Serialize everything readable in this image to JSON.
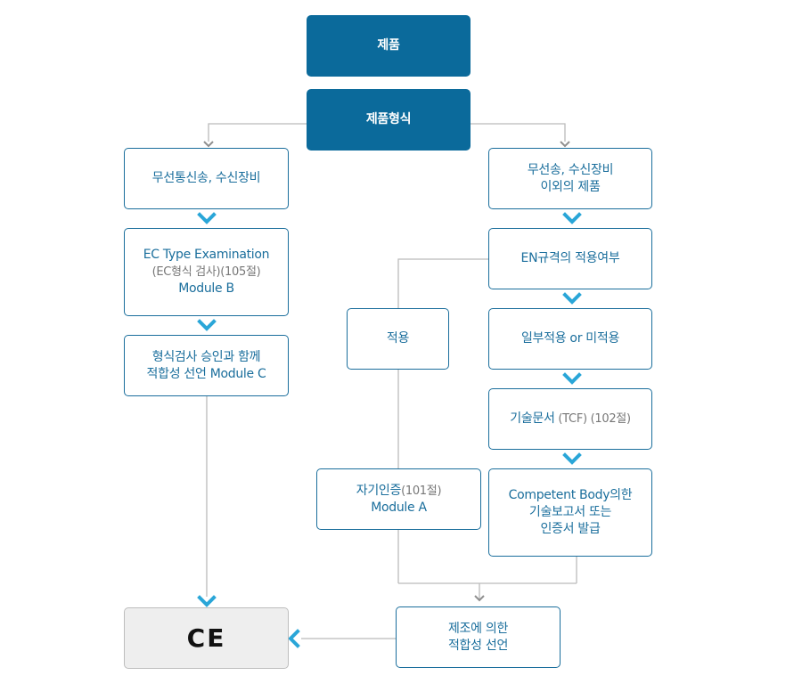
{
  "nodes": {
    "product": "제품",
    "product_type": "제품형식",
    "wireless": "무선통신송, 수신장비",
    "non_wireless_1": "무선송, 수신장비",
    "non_wireless_2": "이외의 제품",
    "ec_type_1": "EC Type Examination",
    "ec_type_2": "(EC형식 검사)(105절)",
    "ec_type_3": "Module B",
    "type_approval_1": "형식검사 승인과 함께",
    "type_approval_2": "적합성 선언 Module C",
    "en_standard": "EN규격의 적용여부",
    "applied": "적용",
    "partial_1": "일부적용 or 미적용",
    "tech_doc_main": "기술문서",
    "tech_doc_sub": " (TCF) (102절)",
    "self_cert_main": "자기인증",
    "self_cert_sub": "(101절)",
    "self_cert_module": "Module A",
    "competent_1": "Competent Body의한",
    "competent_2": "기술보고서 또는",
    "competent_3": "인증서 발급",
    "manufacturer_1": "제조에 의한",
    "manufacturer_2": "적합성 선언",
    "ce_mark": "CE"
  },
  "colors": {
    "dark_box": "#0b6a9b",
    "border": "#1a6e9c",
    "chevron": "#2aa6d8",
    "line": "#bbbbbb",
    "arrow": "#999999"
  }
}
